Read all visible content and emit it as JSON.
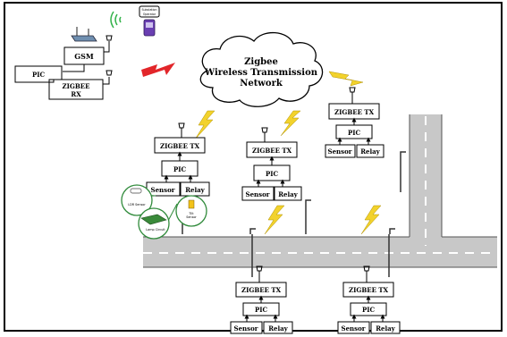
{
  "cloud": {
    "line1": "Zigbee",
    "line2": "Wireless Transmission",
    "line3": "Network"
  },
  "base_station": {
    "gsm_label": "GSM",
    "pic_label": "PIC",
    "zigbee_rx_line1": "ZIGBEE",
    "zigbee_rx_line2": "RX"
  },
  "phone": {
    "label_line1": "Substation",
    "label_line2": "Operator"
  },
  "nodes": [
    {
      "tx": "ZIGBEE TX",
      "pic": "PIC",
      "sensor": "Sensor",
      "relay": "Relay"
    },
    {
      "tx": "ZIGBEE TX",
      "pic": "PIC",
      "sensor": "Sensor",
      "relay": "Relay"
    },
    {
      "tx": "ZIGBEE TX",
      "pic": "PIC",
      "sensor": "Sensor",
      "relay": "Relay"
    },
    {
      "tx": "ZIGBEE TX",
      "pic": "PIC",
      "sensor": "Sensor",
      "relay": "Relay"
    },
    {
      "tx": "ZIGBEE TX",
      "pic": "PIC",
      "sensor": "Sensor",
      "relay": "Relay"
    }
  ],
  "detail_bubbles": {
    "ldr": "LDR Sensor",
    "lamp": "Lamp Circuit",
    "tilt_line1": "Tilt",
    "tilt_line2": "Sensor"
  },
  "colors": {
    "road": "#c8c8c8",
    "lightning": "#f2d22c",
    "lightning_red": "#e2262a",
    "bubble_border": "#2f8a3a",
    "phone": "#6a3fb2",
    "wifi": "#33b24a"
  }
}
